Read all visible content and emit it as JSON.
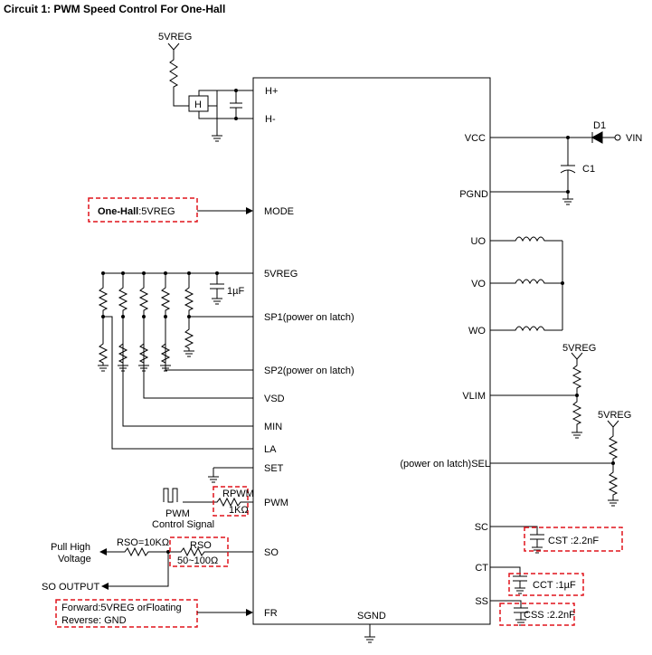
{
  "title": "Circuit 1: PWM Speed Control For One-Hall",
  "chip": {
    "left_pins": [
      "H+",
      "H-",
      "MODE",
      "5VREG",
      "SP1(power on latch)",
      "SP2(power on latch)",
      "VSD",
      "MIN",
      "LA",
      "SET",
      "PWM",
      "SO",
      "FR"
    ],
    "right_pins": [
      "VCC",
      "PGND",
      "UO",
      "VO",
      "WO",
      "VLIM",
      "(power on latch)SEL",
      "SC",
      "CT",
      "SS"
    ],
    "bottom_pin": "SGND"
  },
  "labels": {
    "vreg_top": "5VREG",
    "hall": "H",
    "mode_bold": "One-Hall",
    "mode_rest": ":5VREG",
    "cap_1uf": "1µF",
    "diode": "D1",
    "vin": "VIN",
    "cap_c1": "C1",
    "vreg_vlim": "5VREG",
    "vreg_sel": "5VREG",
    "rpwm": "RPWM",
    "rpwm_val": "1KΩ",
    "pwm_signal_1": "PWM",
    "pwm_signal_2": "Control Signal",
    "rso_left": "RSO=10KΩ",
    "pullup_1": "Pull High",
    "pullup_2": "Voltage",
    "rso_right": "RSO",
    "rso_range": "50~100Ω",
    "so_output": "SO OUTPUT",
    "fr_1": "Forward:5VREG orFloating",
    "fr_2": "Reverse: GND",
    "cst": "CST :2.2nF",
    "cct": "CCT :1µF",
    "css": "CSS :2.2nF"
  },
  "colors": {
    "annotation": "#e0141c",
    "line": "#000000"
  }
}
